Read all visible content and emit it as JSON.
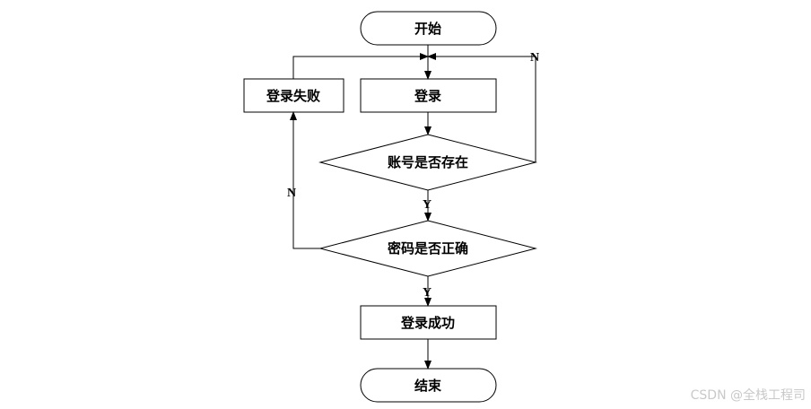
{
  "diagram": {
    "nodes": {
      "start": "开始",
      "login": "登录",
      "login_failed": "登录失败",
      "account_exists": "账号是否存在",
      "password_correct": "密码是否正确",
      "login_success": "登录成功",
      "end": "结束"
    },
    "edge_labels": {
      "account_no": "N",
      "account_yes": "Y",
      "password_no": "N",
      "password_yes": "Y"
    }
  },
  "watermark": "CSDN @全栈工程司"
}
